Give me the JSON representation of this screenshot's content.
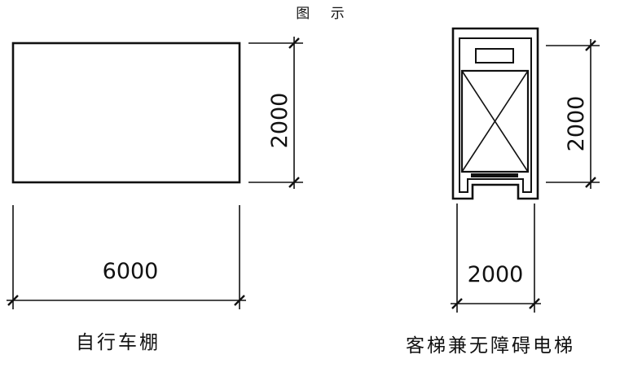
{
  "figure": {
    "title": "图 示"
  },
  "bike_shed": {
    "caption": "自行车棚",
    "width_label": "6000",
    "depth_label": "2000"
  },
  "elevator": {
    "caption": "客梯兼无障碍电梯",
    "width_label": "2000",
    "depth_label": "2000"
  }
}
